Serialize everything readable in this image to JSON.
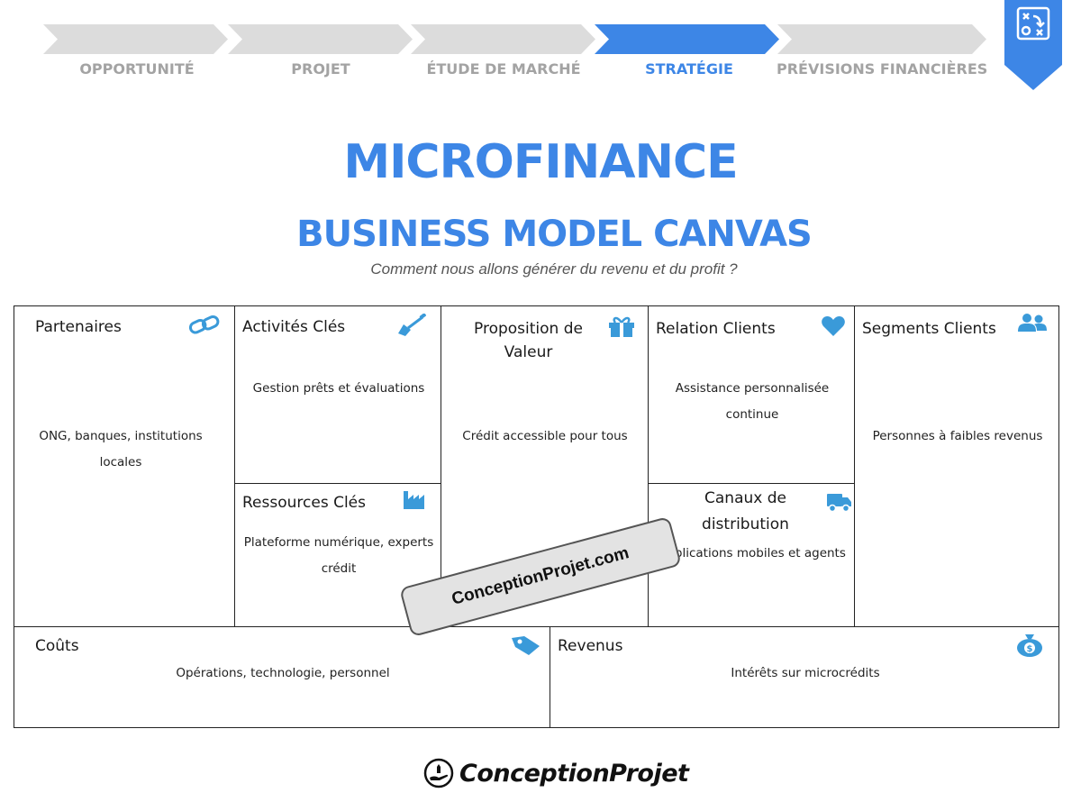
{
  "steps": [
    {
      "label": "OPPORTUNITÉ",
      "active": false
    },
    {
      "label": "PROJET",
      "active": false
    },
    {
      "label": "ÉTUDE DE MARCHÉ",
      "active": false
    },
    {
      "label": "STRATÉGIE",
      "active": true
    },
    {
      "label": "PRÉVISIONS FINANCIÈRES",
      "active": false
    }
  ],
  "colors": {
    "accent": "#3d86e6",
    "inactive_step": "#dcdcdc",
    "inactive_label": "#a3a3a3",
    "icon": "#3a9ad9"
  },
  "header": {
    "title": "MICROFINANCE",
    "subtitle": "BUSINESS MODEL CANVAS",
    "tagline": "Comment nous allons générer du revenu et du profit ?"
  },
  "canvas": {
    "partenaires": {
      "title": "Partenaires",
      "text": "ONG, banques, institutions locales",
      "icon": "link-icon"
    },
    "activites": {
      "title": "Activités Clés",
      "text": "Gestion prêts et évaluations",
      "icon": "shovel-icon"
    },
    "ressources": {
      "title": "Ressources Clés",
      "text": "Plateforme numérique, experts crédit",
      "icon": "factory-icon"
    },
    "proposition": {
      "title": "Proposition de Valeur",
      "text": "Crédit accessible pour tous",
      "icon": "gift-icon"
    },
    "relation": {
      "title": "Relation Clients",
      "text": "Assistance personnalisée continue",
      "icon": "heart-icon"
    },
    "canaux": {
      "title": "Canaux de distribution",
      "text": "Applications mobiles et agents",
      "icon": "truck-icon"
    },
    "segments": {
      "title": "Segments Clients",
      "text": "Personnes à faibles revenus",
      "icon": "users-icon"
    },
    "couts": {
      "title": "Coûts",
      "text": "Opérations, technologie, personnel",
      "icon": "tag-icon"
    },
    "revenus": {
      "title": "Revenus",
      "text": "Intérêts sur microcrédits",
      "icon": "money-bag-icon"
    }
  },
  "watermark": "ConceptionProjet.com",
  "footer": {
    "logo_text": "ConceptionProjet"
  }
}
